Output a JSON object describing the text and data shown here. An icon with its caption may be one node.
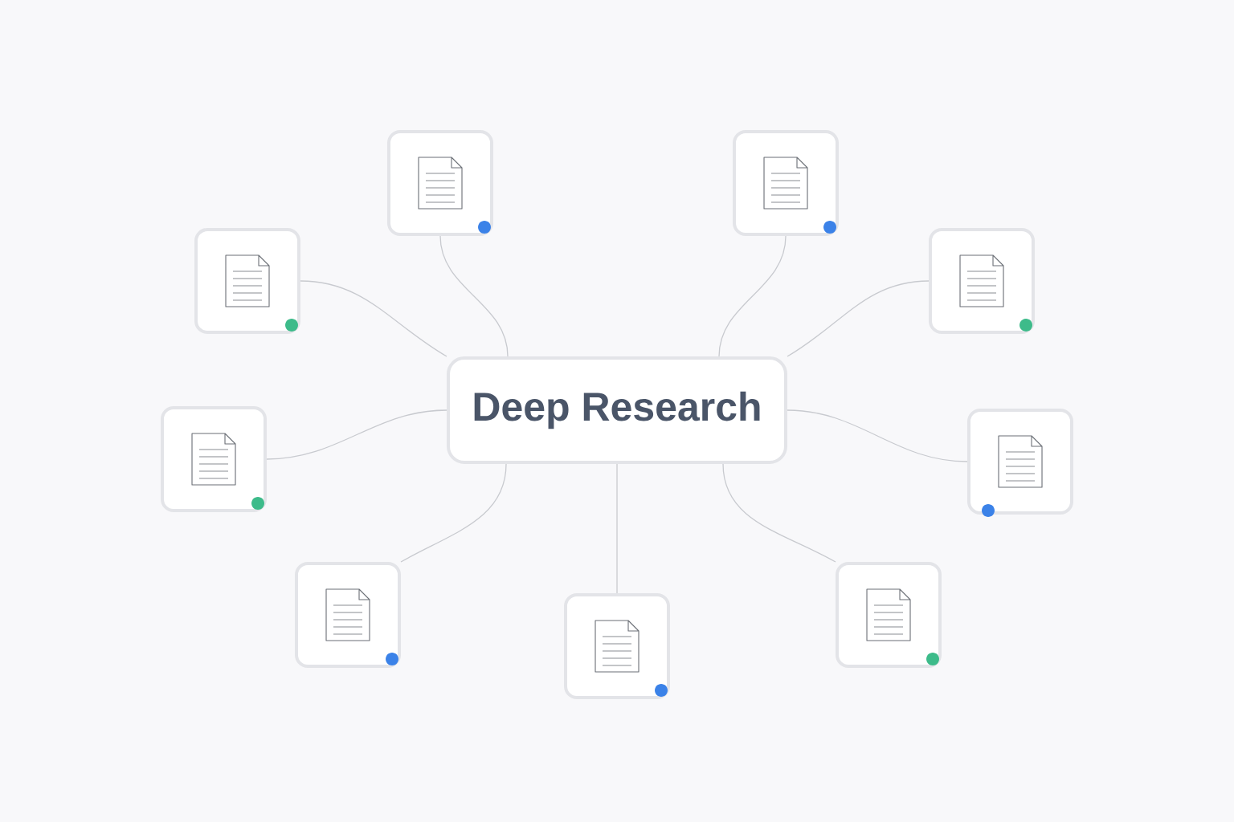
{
  "diagram": {
    "nodes": [
      {
        "text": [
          "Deep Research"
        ]
      },
      {
        "text": [],
        "shape": "box"
      },
      {
        "text": [],
        "shape": "box"
      },
      {
        "text": [],
        "shape": "box"
      },
      {
        "text": [],
        "shape": "box"
      },
      {
        "text": [],
        "shape": "box"
      },
      {
        "text": [],
        "shape": "box"
      },
      {
        "text": [],
        "shape": "box"
      },
      {
        "text": [],
        "shape": "box"
      },
      {
        "text": [],
        "shape": "box"
      }
    ],
    "edges": [
      {
        "from": 0,
        "to": 1,
        "arrow": "none"
      },
      {
        "from": 0,
        "to": 2,
        "arrow": "none"
      },
      {
        "from": 0,
        "to": 3,
        "arrow": "none"
      },
      {
        "from": 0,
        "to": 4,
        "arrow": "none"
      },
      {
        "from": 0,
        "to": 5,
        "arrow": "none"
      },
      {
        "from": 0,
        "to": 6,
        "arrow": "none"
      },
      {
        "from": 0,
        "to": 7,
        "arrow": "none"
      },
      {
        "from": 0,
        "to": 8,
        "arrow": "none"
      },
      {
        "from": 0,
        "to": 9,
        "arrow": "none"
      }
    ]
  }
}
